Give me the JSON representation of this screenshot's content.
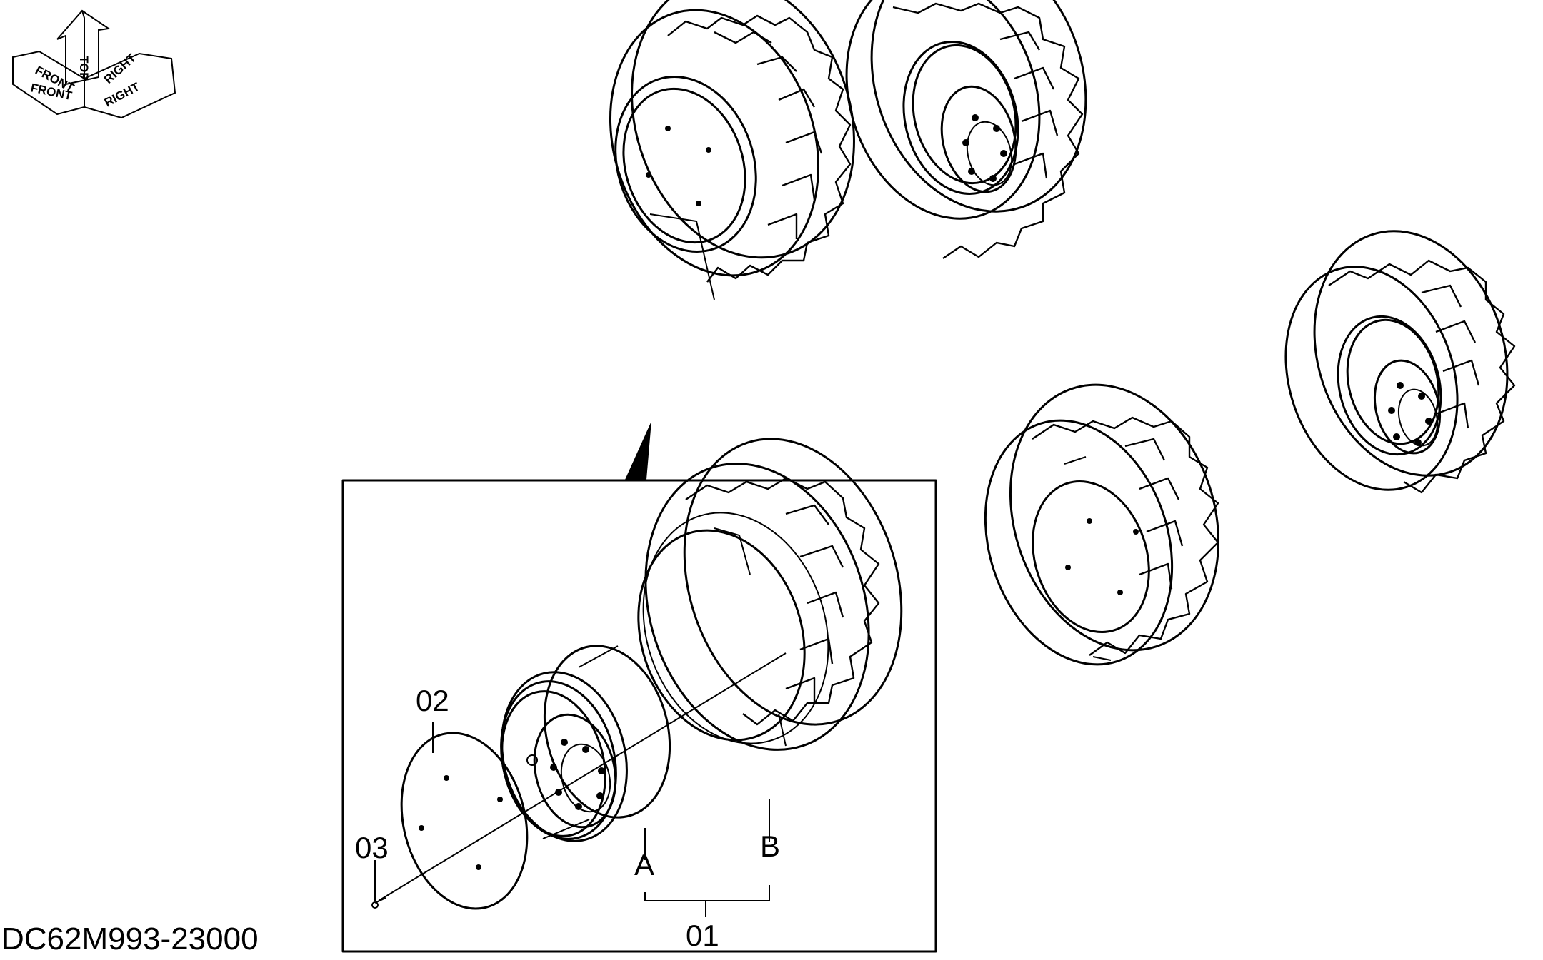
{
  "drawing_code": "DC62M993-23000",
  "orientation": {
    "top": "TOP",
    "front": "FRONT",
    "right": "RIGHT"
  },
  "callouts": {
    "assembly": "01",
    "cover": "02",
    "bolt": "03",
    "rim": "A",
    "tire": "B"
  },
  "colors": {
    "line": "#000000",
    "background": "#ffffff"
  }
}
